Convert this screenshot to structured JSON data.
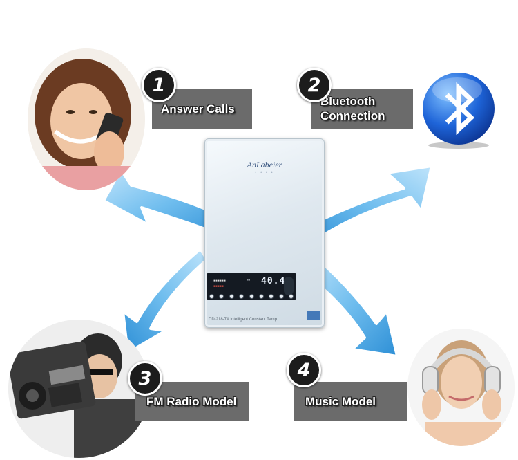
{
  "features": [
    {
      "number": "1",
      "label": "Answer Calls"
    },
    {
      "number": "2",
      "label_line1": "Bluetooth",
      "label_line2": "Connection"
    },
    {
      "number": "3",
      "label": "FM Radio Model"
    },
    {
      "number": "4",
      "label": "Music Model"
    }
  ],
  "device": {
    "brand": "AnLabeier",
    "display_temperature": "40.40",
    "model_text": "DD-218-7A Intelligent Constant Temp"
  },
  "colors": {
    "arrow": "#7cc3ef",
    "arrow_dark": "#2d8fd6",
    "label_bg": "#6b6b6b",
    "number_badge": "#1c1c1c",
    "bluetooth_blue": "#1e64d8"
  },
  "icons": [
    "bluetooth-icon",
    "phone-call-photo",
    "radio-photo",
    "headphones-photo"
  ]
}
